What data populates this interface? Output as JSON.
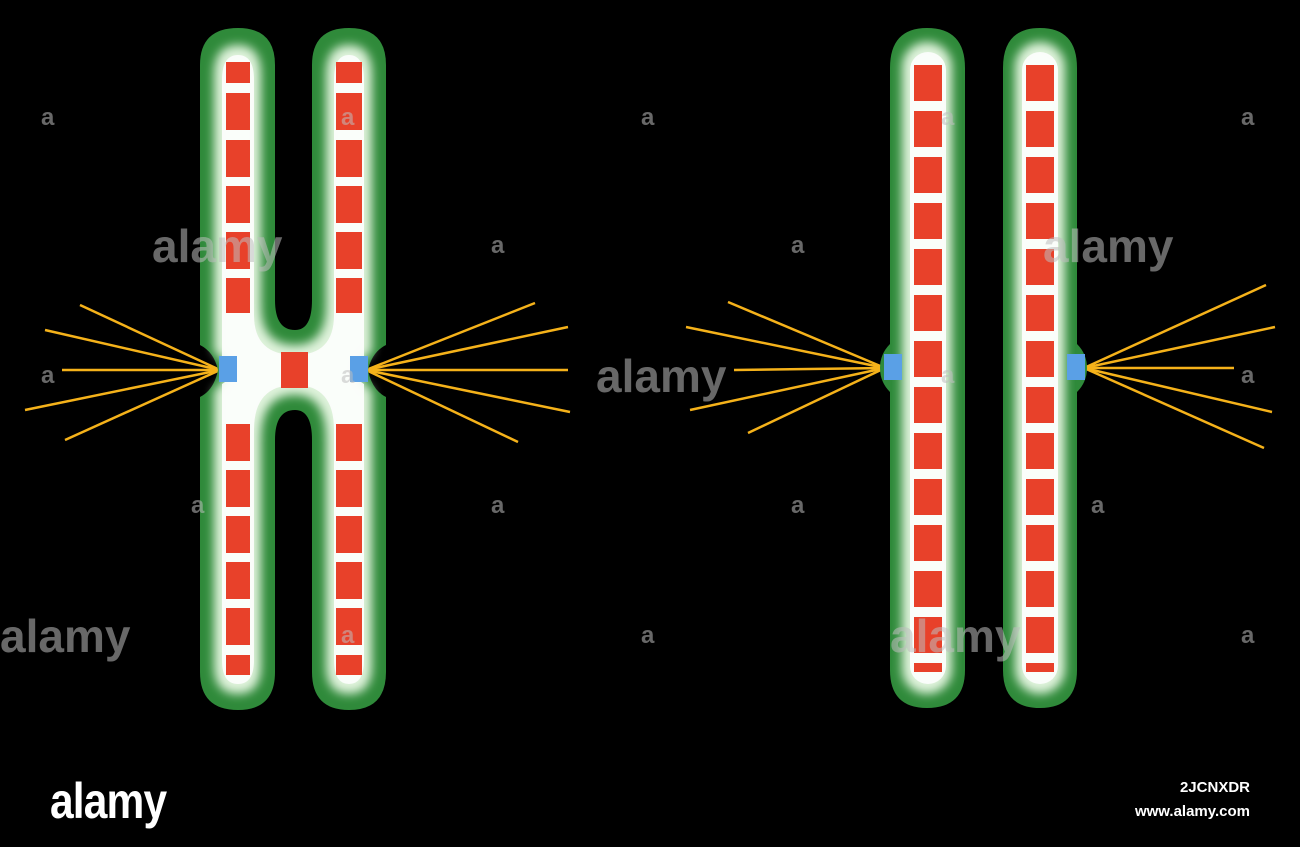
{
  "watermark": {
    "text": "alamy",
    "letter": "a"
  },
  "footer": {
    "logo": "alamy",
    "image_id": "2JCNXDR",
    "url": "www.alamy.com"
  },
  "colors": {
    "background": "#000000",
    "chromatid_body": "#2f8a3a",
    "chromatid_glow": "#d8f2d4",
    "band": "#e8412a",
    "kinetochore": "#5aa0e6",
    "spindle_fiber": "#f5b21a"
  },
  "figures": [
    {
      "name": "joined-sister-chromatids",
      "chromatids": 2,
      "centromere": "shared"
    },
    {
      "name": "separated-chromatids",
      "chromatids": 2,
      "centromere": "separate"
    }
  ]
}
